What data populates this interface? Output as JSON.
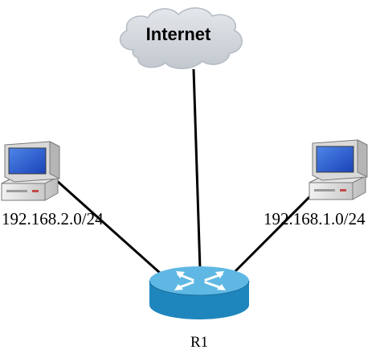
{
  "cloud": {
    "label": "Internet",
    "icon": "cloud-icon",
    "fill_color": "#d3d8de"
  },
  "router": {
    "label": "R1",
    "icon": "router-icon",
    "body_color": "#1f8fc7",
    "top_color": "#5fb8e3"
  },
  "hosts": {
    "left": {
      "label": "192.168.2.0/24",
      "icon": "desktop-computer-icon"
    },
    "right": {
      "label": "192.168.1.0/24",
      "icon": "desktop-computer-icon"
    }
  },
  "links": [
    {
      "from": "cloud",
      "to": "router"
    },
    {
      "from": "hosts.left",
      "to": "router"
    },
    {
      "from": "hosts.right",
      "to": "router"
    }
  ]
}
